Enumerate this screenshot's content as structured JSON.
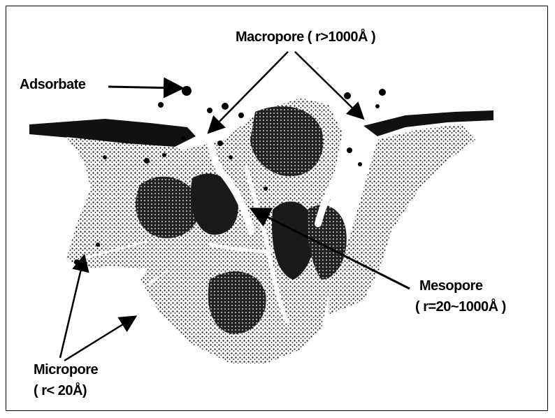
{
  "labels": {
    "adsorbate": "Adsorbate",
    "macropore": "Macropore ( r>1000Å )",
    "mesopore_name": "Mesopore",
    "mesopore_range": "( r=20~1000Å )",
    "micropore_name": "Micropore",
    "micropore_range": "( r< 20Å)"
  },
  "colors": {
    "ink": "#000000",
    "paper": "#ffffff",
    "mid": "#3a3a3a"
  }
}
